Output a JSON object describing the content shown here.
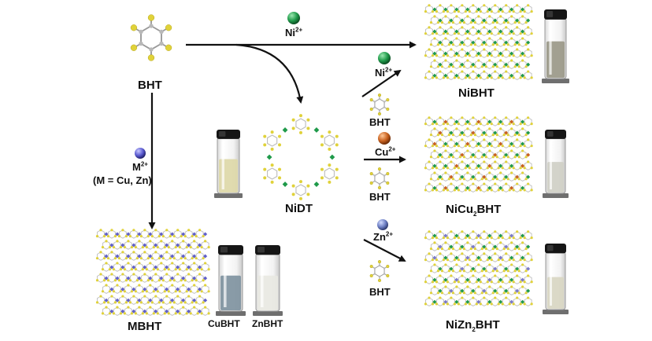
{
  "labels": {
    "bht": "BHT",
    "nidt": "NiDT",
    "mbht": "MBHT",
    "nibht": "NiBHT",
    "nicu2bht": {
      "pre": "NiCu",
      "sub": "2",
      "post": "BHT"
    },
    "nizn2bht": {
      "pre": "NiZn",
      "sub": "2",
      "post": "BHT"
    },
    "cubht": "CuBHT",
    "znbht": "ZnBHT"
  },
  "ions": {
    "ni": {
      "base": "Ni",
      "charge": "2+"
    },
    "cu": {
      "base": "Cu",
      "charge": "2+"
    },
    "zn": {
      "base": "Zn",
      "charge": "2+"
    },
    "m": {
      "base": "M",
      "charge": "2+"
    }
  },
  "condition_m": "(M = Cu, Zn)",
  "reagent_bht": "BHT",
  "colors": {
    "ni": "#1f9a4a",
    "cu": "#c8611f",
    "zn": "#6d7fc4",
    "m": "#6060c8",
    "sulfur": "#e0d23a",
    "carbon": "#b8b8b8",
    "arrow": "#111111"
  },
  "icons": {
    "molecule": "bht-molecule-icon",
    "network": "coordination-network-icon",
    "vial": "vial-icon",
    "sphere": "metal-ion-sphere-icon"
  }
}
